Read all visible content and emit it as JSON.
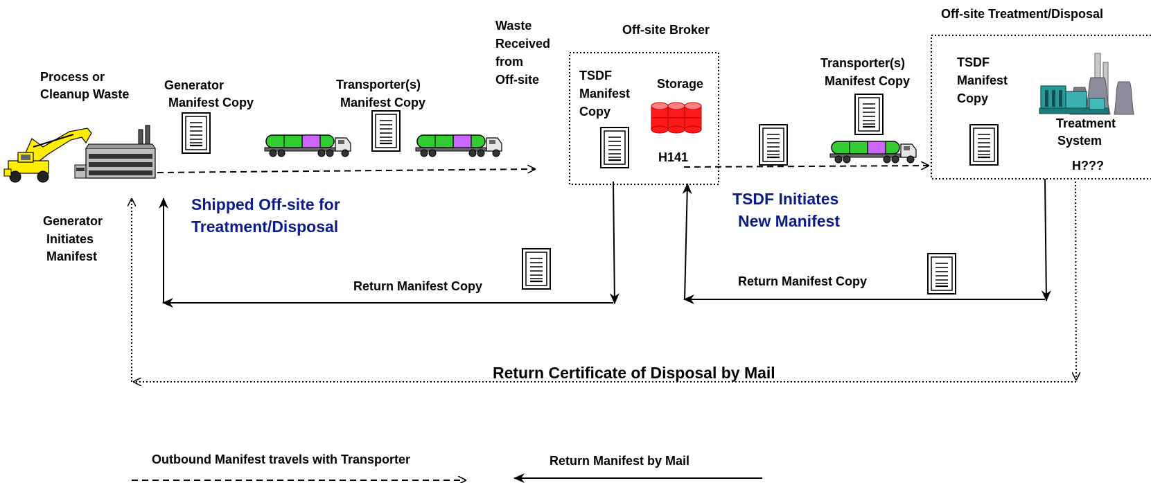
{
  "labels": {
    "process": [
      "Process or",
      "Cleanup Waste"
    ],
    "generator_copy": [
      "Generator",
      "Manifest Copy"
    ],
    "transporter_copy_1": [
      "Transporter(s)",
      "Manifest Copy"
    ],
    "waste_received": [
      "Waste",
      "Received",
      "from",
      "Off-site"
    ],
    "broker_title": "Off-site Broker",
    "broker_tsdf_copy": [
      "TSDF",
      "Manifest",
      "Copy"
    ],
    "storage": "Storage",
    "broker_code": "H141",
    "transporter_copy_2": [
      "Transporter(s)",
      "Manifest Copy"
    ],
    "treatment_title": "Off-site Treatment/Disposal",
    "treatment_tsdf_copy": [
      "TSDF",
      "Manifest",
      "Copy"
    ],
    "treatment_system": [
      "Treatment",
      "System"
    ],
    "treatment_code": "H???",
    "shipped": [
      "Shipped Off-site for",
      "Treatment/Disposal"
    ],
    "tsdf_initiates": [
      "TSDF Initiates",
      "New Manifest"
    ],
    "generator_initiates": [
      "Generator",
      "Initiates",
      "Manifest"
    ],
    "return_copy_1": "Return  Manifest Copy",
    "return_copy_2": "Return  Manifest Copy",
    "certificate": "Return Certificate of Disposal by Mail"
  },
  "legend": {
    "outbound": "Outbound Manifest travels with Transporter",
    "return": "Return Manifest by Mail"
  },
  "icons": [
    "excavator-icon",
    "factory-icon",
    "tanker-truck-icon",
    "manifest-document-icon",
    "storage-drums-icon",
    "treatment-plant-icon"
  ],
  "colors": {
    "shipped_text": "#0d1a8c",
    "tanker_green": "#33cc33",
    "tanker_purple": "#cc66ff",
    "drums_red": "#ff1a1a",
    "excavator_yellow": "#ffee00",
    "plant_teal": "#2a9a9a"
  }
}
